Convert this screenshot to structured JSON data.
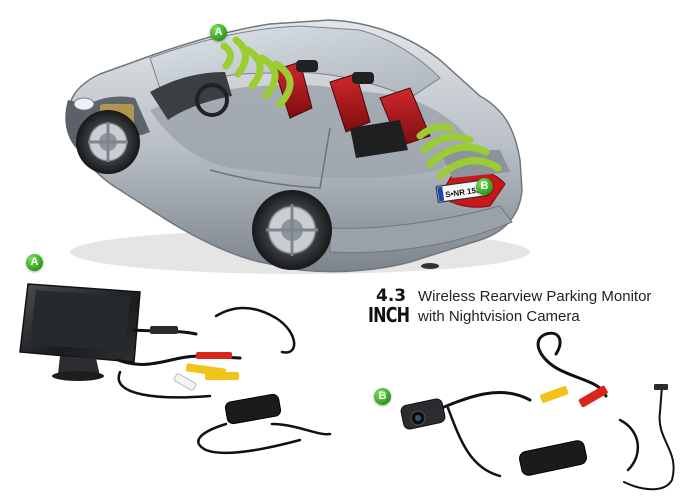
{
  "badges": {
    "a_top": "A",
    "b_car": "B",
    "a_monitor": "A",
    "b_camera": "B"
  },
  "plate": {
    "text": "S•NR 1530"
  },
  "headline": {
    "size_number": "4.3",
    "size_unit": "INCH",
    "line1": "Wireless Rearview Parking Monitor",
    "line2": "with Nightvision Camera"
  },
  "colors": {
    "badge_green": "#3fb22a",
    "signal_green": "#9acd32",
    "car_silver": "#b8bec6",
    "seat_red": "#b3161c",
    "cable_yellow": "#f2c318",
    "cable_red": "#d8261c"
  },
  "icons": {
    "signal": "wireless-signal-icon"
  }
}
